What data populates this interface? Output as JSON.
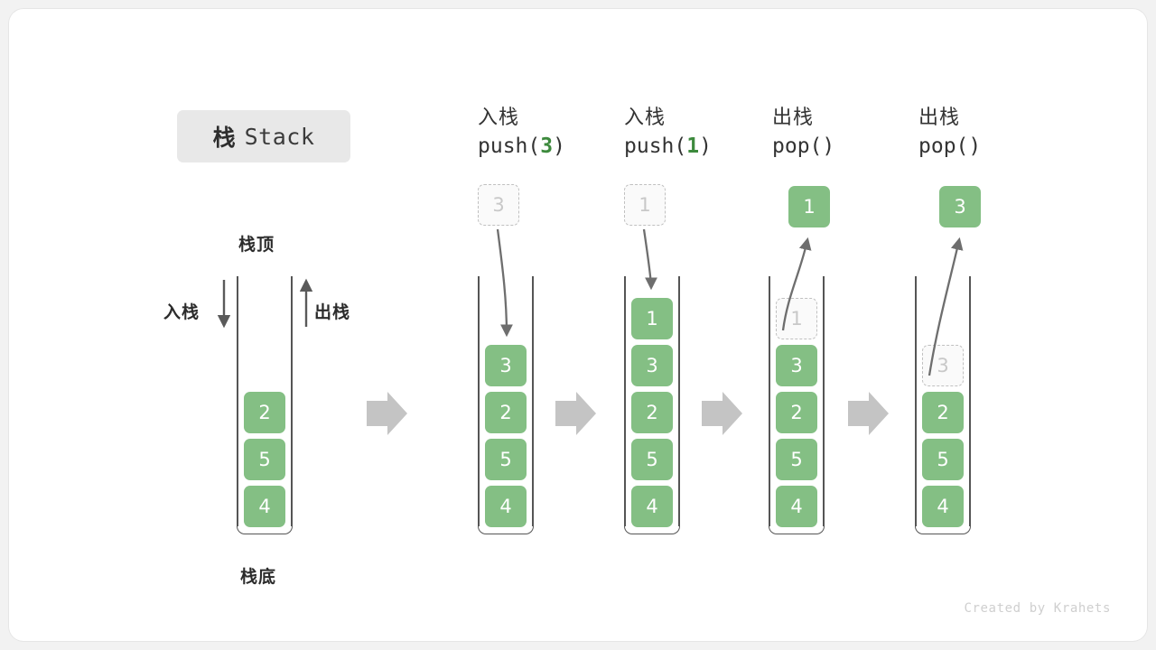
{
  "page": {
    "title_cjk": "栈",
    "title_en": "Stack",
    "footer": "Created by Krahets",
    "bg_color": "#ffffff",
    "accent_green": "#84bf84",
    "accent_green_text": "#3d8a3d",
    "arrow_gray": "#c4c4c4",
    "line_gray": "#6e6e6e"
  },
  "legend": {
    "top_label": "栈顶",
    "bottom_label": "栈底",
    "push_label": "入栈",
    "pop_label": "出栈"
  },
  "columns": [
    {
      "id": "initial",
      "header_cjk": "",
      "header_code_prefix": "",
      "header_code_arg": "",
      "header_code_suffix": "",
      "stack": [
        "2",
        "5",
        "4"
      ],
      "ghost_top": null,
      "popped": null
    },
    {
      "id": "push-3",
      "header_cjk": "入栈",
      "header_code_prefix": "push(",
      "header_code_arg": "3",
      "header_code_suffix": ")",
      "stack": [
        "3",
        "2",
        "5",
        "4"
      ],
      "ghost_top": "3",
      "popped": null
    },
    {
      "id": "push-1",
      "header_cjk": "入栈",
      "header_code_prefix": "push(",
      "header_code_arg": "1",
      "header_code_suffix": ")",
      "stack": [
        "1",
        "3",
        "2",
        "5",
        "4"
      ],
      "ghost_top": "1",
      "popped": null
    },
    {
      "id": "pop-1",
      "header_cjk": "出栈",
      "header_code_prefix": "pop(",
      "header_code_arg": "",
      "header_code_suffix": ")",
      "stack": [
        "3",
        "2",
        "5",
        "4"
      ],
      "ghost_in_stack": "1",
      "popped": "1"
    },
    {
      "id": "pop-3",
      "header_cjk": "出栈",
      "header_code_prefix": "pop(",
      "header_code_arg": "",
      "header_code_suffix": ")",
      "stack": [
        "2",
        "5",
        "4"
      ],
      "ghost_in_stack": "3",
      "popped": "3"
    }
  ]
}
